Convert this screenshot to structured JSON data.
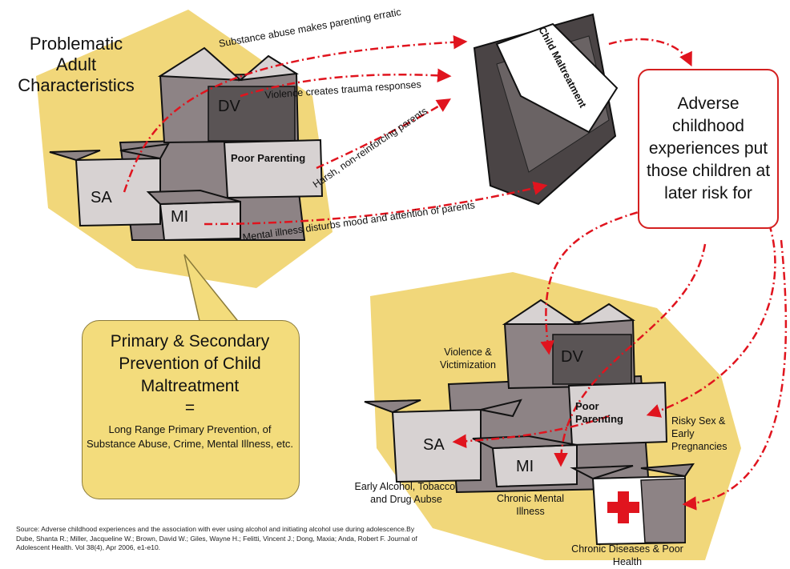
{
  "title": "Problematic Adult Characteristics",
  "adult_boxes": {
    "dv": "DV",
    "poor_parenting": "Poor Parenting",
    "sa": "SA",
    "mi": "MI"
  },
  "pathways": [
    "Substance abuse makes parenting erratic",
    "Violence creates trauma responses",
    "Harsh, non-reinforcing parents",
    "Mental illness disturbs mood and attention of parents"
  ],
  "central_box_label": "Child Maltreatment",
  "outcome_box": "Adverse childhood experiences put those children at later risk for",
  "prevention": {
    "heading": "Primary & Secondary Prevention of Child Maltreatment",
    "equals": "=",
    "body": "Long Range Primary Prevention, of Substance Abuse, Crime, Mental Illness, etc."
  },
  "outcome_boxes": {
    "dv": "DV",
    "poor_parenting": "Poor Parenting",
    "sa": "SA",
    "mi": "MI"
  },
  "outcome_labels": {
    "violence": "Violence & Victimization",
    "risky_sex": "Risky Sex & Early Pregnancies",
    "substance": "Early Alcohol, Tobacco, and Drug Aubse",
    "mental": "Chronic Mental Illness",
    "disease": "Chronic Diseases & Poor Health"
  },
  "source": "Source: Adverse childhood experiences and the association with ever using alcohol and initiating alcohol use during adolescence.By Dube, Shanta R.; Miller, Jacqueline W.; Brown, David W.; Giles, Wayne H.; Felitti, Vincent J.; Dong, Maxia; Anda, Robert F. Journal of Adolescent Health. Vol 38(4), Apr 2006, e1-e10.",
  "colors": {
    "arrow": "#e0141e",
    "highlight": "#f1d77a",
    "box_face": "#8d8385",
    "box_dark": "#4a4445",
    "box_light": "#d7d2d2",
    "prevention_fill": "#f3dc7c"
  }
}
